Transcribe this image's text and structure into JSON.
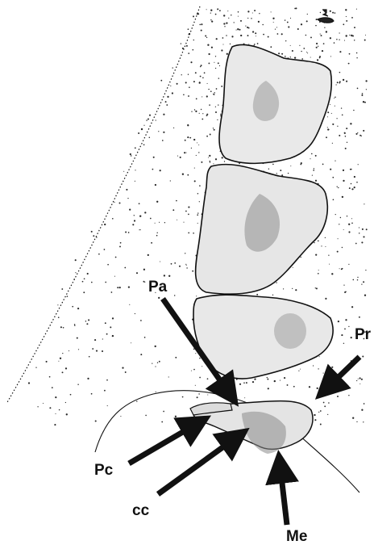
{
  "labels": {
    "pa": "Pa",
    "pr": "Pr",
    "pc": "Pc",
    "cc": "cc",
    "me": "Me"
  },
  "colors": {
    "ink": "#111111",
    "stipple": "#2a2a2a",
    "background": "#ffffff"
  },
  "icons": {
    "corner_mark": "small-specimen-mark-icon"
  }
}
